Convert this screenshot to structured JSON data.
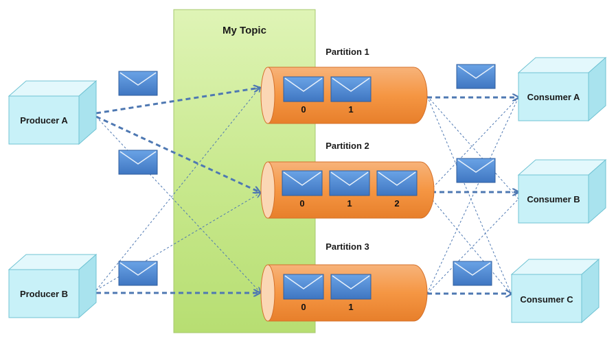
{
  "topic": {
    "title": "My Topic"
  },
  "producers": [
    {
      "name": "Producer A"
    },
    {
      "name": "Producer B"
    }
  ],
  "consumers": [
    {
      "name": "Consumer A"
    },
    {
      "name": "Consumer B"
    },
    {
      "name": "Consumer C"
    }
  ],
  "partitions": [
    {
      "name": "Partition 1",
      "offsets": [
        "0",
        "1"
      ]
    },
    {
      "name": "Partition 2",
      "offsets": [
        "0",
        "1",
        "2"
      ]
    },
    {
      "name": "Partition 3",
      "offsets": [
        "0",
        "1"
      ]
    }
  ],
  "icons": {
    "message": "envelope-icon"
  },
  "colors": {
    "topic_fill": "#c3e58a",
    "partition_fill": "#f59a4e",
    "box_fill": "#c8f1f8",
    "envelope_fill": "#4f8ad3",
    "arrow": "#4e78b2"
  }
}
